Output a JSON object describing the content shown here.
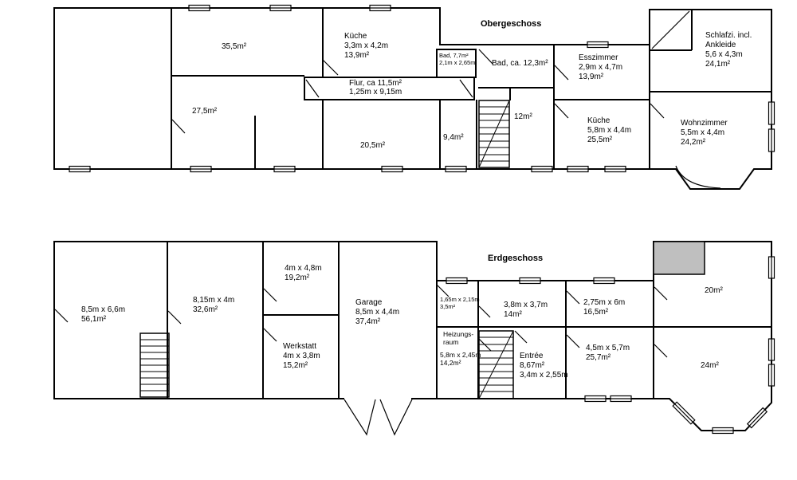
{
  "colors": {
    "wall": "#000000",
    "background": "#ffffff",
    "marked_area_fill": "#bfbfbf"
  },
  "upper_floor": {
    "title": "Obergeschoss",
    "rooms": {
      "room_355": {
        "lines": [
          "35,5m²"
        ]
      },
      "room_275": {
        "lines": [
          "27,5m²"
        ]
      },
      "kueche_links": {
        "lines": [
          "Küche",
          "3,3m x 4,2m",
          "13,9m²"
        ]
      },
      "bad_klein": {
        "lines": [
          "Bad, 7,7m²",
          "2,1m x 2,65m"
        ]
      },
      "flur": {
        "lines": [
          "Flur, ca 11,5m²",
          "1,25m x 9,15m"
        ]
      },
      "room_205": {
        "lines": [
          "20,5m²"
        ]
      },
      "room_94": {
        "lines": [
          "9,4m²"
        ]
      },
      "bad_gross": {
        "lines": [
          "Bad, ca. 12,3m²"
        ]
      },
      "room_12": {
        "lines": [
          "12m²"
        ]
      },
      "esszimmer": {
        "lines": [
          "Esszimmer",
          "2,9m x 4,7m",
          "13,9m²"
        ]
      },
      "kueche_rechts": {
        "lines": [
          "Küche",
          "5,8m x 4,4m",
          "25,5m²"
        ]
      },
      "schlafzimmer": {
        "lines": [
          "Schlafzi. incl.",
          "Ankleide",
          "5,6 x 4,3m",
          "24,1m²"
        ]
      },
      "wohnzimmer": {
        "lines": [
          "Wohnzimmer",
          "5,5m x 4,4m",
          "24,2m²"
        ]
      }
    }
  },
  "ground_floor": {
    "title": "Erdgeschoss",
    "rooms": {
      "room_561": {
        "lines": [
          "8,5m x 6,6m",
          "56,1m²"
        ]
      },
      "room_326": {
        "lines": [
          "8,15m x 4m",
          "32,6m²"
        ]
      },
      "room_192": {
        "lines": [
          "4m x 4,8m",
          "19,2m²"
        ]
      },
      "werkstatt": {
        "lines": [
          "Werkstatt",
          "4m x 3,8m",
          "15,2m²"
        ]
      },
      "garage": {
        "lines": [
          "Garage",
          "8,5m x 4,4m",
          "37,4m²"
        ]
      },
      "room_35": {
        "lines": [
          "1,65m x 2,15m",
          "3,5m²"
        ]
      },
      "heizungsraum_name": {
        "lines": [
          "Heizungs-",
          "raum"
        ]
      },
      "heizungsraum_size": {
        "lines": [
          "5,8m x 2,45m",
          "14,2m²"
        ]
      },
      "room_14": {
        "lines": [
          "3,8m x 3,7m",
          "14m²"
        ]
      },
      "entree": {
        "lines": [
          "Entrée",
          "8,67m²",
          "3,4m x 2,55m"
        ]
      },
      "room_165": {
        "lines": [
          "2,75m x 6m",
          "16,5m²"
        ]
      },
      "room_257": {
        "lines": [
          "4,5m x 5,7m",
          "25,7m²"
        ]
      },
      "room_20": {
        "lines": [
          "20m²"
        ]
      },
      "room_24": {
        "lines": [
          "24m²"
        ]
      }
    }
  }
}
